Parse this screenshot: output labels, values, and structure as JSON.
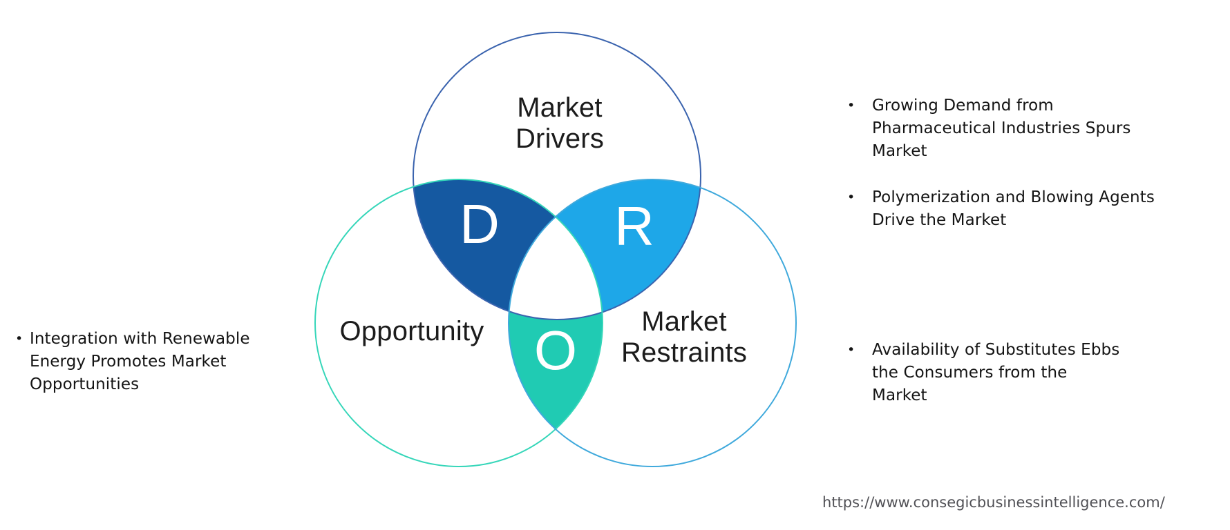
{
  "page": {
    "background_color": "#ffffff"
  },
  "venn": {
    "letter_color": "#ffffff",
    "label_color": "#1c1c1c",
    "drivers": {
      "label_line1": "Market",
      "label_line2": "Drivers",
      "letter": "D",
      "outline_color": "#3a63ae",
      "overlap_fill": "#1559a1"
    },
    "opportunity": {
      "label": "Opportunity",
      "letter": "O",
      "outline_color": "#35d6b9",
      "overlap_fill": "#20cbb3"
    },
    "restraints": {
      "label_line1": "Market",
      "label_line2": "Restraints",
      "letter": "R",
      "outline_color": "#3fa9dc",
      "overlap_fill": "#1ea7e8"
    }
  },
  "notes": {
    "bullet_char": "•",
    "left": {
      "line1": "Integration with Renewable",
      "line2": "Energy Promotes Market",
      "line3": "Opportunities"
    },
    "right1": {
      "line1": "Growing Demand from",
      "line2": "Pharmaceutical Industries Spurs",
      "line3": "Market"
    },
    "right2": {
      "line1": "Polymerization and Blowing Agents",
      "line2": "Drive the Market"
    },
    "right3": {
      "line1": "Availability of Substitutes Ebbs",
      "line2": "the Consumers from the",
      "line3": "Market"
    }
  },
  "footer": {
    "url": "https://www.consegicbusinessintelligence.com/",
    "color": "#515156"
  }
}
